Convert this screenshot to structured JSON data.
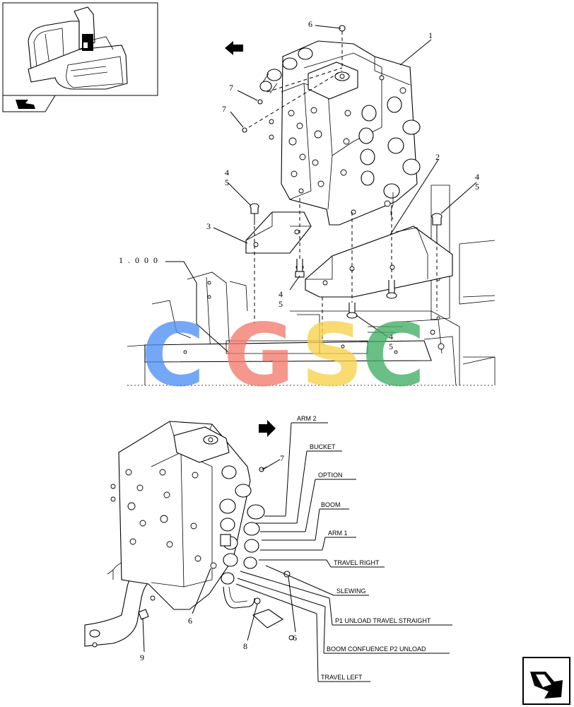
{
  "watermark": {
    "letters": [
      "C",
      "G",
      "S",
      "C"
    ],
    "colors": [
      "#4f8ff5",
      "#f47a6e",
      "#f7d24a",
      "#3fae63"
    ]
  },
  "upper_callouts": [
    "1",
    "2",
    "3",
    "4",
    "5",
    "4",
    "5",
    "4",
    "5",
    "4",
    "5",
    "6",
    "7",
    "7"
  ],
  "reference_label": "1 . 0 0 0",
  "lower_callouts": [
    "6",
    "6",
    "7",
    "8",
    "9"
  ],
  "port_labels": [
    "ARM 2",
    "BUCKET",
    "OPTION",
    "BOOM",
    "ARM 1",
    "TRAVEL RIGHT",
    "SLEWING",
    "P1 UNLOAD TRAVEL STRAIGHT",
    "BOOM CONFUENCE P2 UNLOAD",
    "TRAVEL LEFT"
  ]
}
